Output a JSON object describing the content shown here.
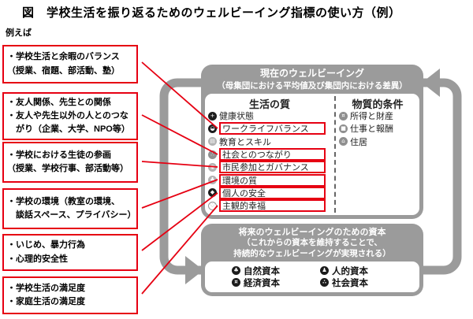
{
  "title": "図　学校生活を振り返るためのウェルビーイング指標の使い方（例）",
  "example_label": "例えば",
  "colors": {
    "accent_red": "#e60012",
    "box_gray": "#9b9b9b"
  },
  "left_boxes": [
    {
      "text": "・学校生活と余暇のバランス\n（授業、宿題、部活動、塾）"
    },
    {
      "text": "・友人関係、先生との関係\n・友人や先生以外の人とのつな\n　がり（企業、大学、NPO等）"
    },
    {
      "text": "・学校における生徒の参画\n（授業、学校行事、部活動等）"
    },
    {
      "text": "・学校の環境（教室の環境、\n　談話スペース、プライバシー）"
    },
    {
      "text": "・いじめ、暴力行為\n・心理的安全性"
    },
    {
      "text": "・学校生活の満足度\n・家庭生活の満足度"
    }
  ],
  "current": {
    "title": "現在のウェルビーイング",
    "subtitle": "（母集団における平均値及び集団内における差異）",
    "quality": {
      "header": "生活の質",
      "items": [
        {
          "label": "健康状態",
          "glyph": "+",
          "highlighted": false
        },
        {
          "label": "ワークライフバランス",
          "glyph": "◒",
          "highlighted": true
        },
        {
          "label": "教育とスキル",
          "glyph": "▤",
          "highlighted": false
        },
        {
          "label": "社会とのつながり",
          "glyph": "∴",
          "highlighted": true
        },
        {
          "label": "市民参加とガバナンス",
          "glyph": "◉",
          "highlighted": true
        },
        {
          "label": "環境の質",
          "glyph": "♣",
          "highlighted": true
        },
        {
          "label": "個人の安全",
          "glyph": "◆",
          "highlighted": true
        },
        {
          "label": "主観的幸福",
          "glyph": "♡",
          "highlighted": true
        }
      ]
    },
    "material": {
      "header": "物質的条件",
      "items": [
        {
          "label": "所得と財産",
          "glyph": "¤"
        },
        {
          "label": "仕事と報酬",
          "glyph": "■"
        },
        {
          "label": "住居",
          "glyph": "⌂"
        }
      ]
    }
  },
  "future": {
    "title": "将来のウェルビーイングのための資本",
    "subtitle_line1": "（これからの資本を維持することで、",
    "subtitle_line2": "持続的なウェルビーイングが実現される）",
    "capitals": [
      {
        "label": "自然資本",
        "glyph": "♣"
      },
      {
        "label": "人的資本",
        "glyph": "♟"
      },
      {
        "label": "経済資本",
        "glyph": "¤"
      },
      {
        "label": "社会資本",
        "glyph": "∴"
      }
    ]
  }
}
